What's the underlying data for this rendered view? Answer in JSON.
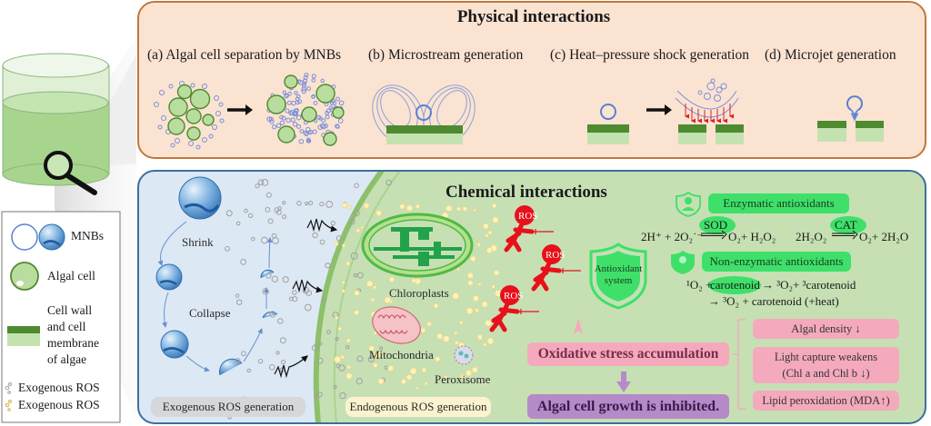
{
  "physical": {
    "title": "Physical interactions",
    "panels": [
      {
        "label": "(a) Algal cell separation by MNBs"
      },
      {
        "label": "(b) Microstream generation"
      },
      {
        "label": "(c) Heat–pressure shock generation"
      },
      {
        "label": "(d) Microjet generation"
      }
    ]
  },
  "chemical": {
    "title": "Chemical interactions",
    "exogenous": {
      "steps": [
        "Shrink",
        "Collapse"
      ],
      "footer": "Exogenous ROS generation"
    },
    "endogenous": {
      "organelles": [
        "Chloroplasts",
        "Mitochondria",
        "Peroxisome"
      ],
      "footer": "Endogenous ROS generation"
    },
    "ros_label": "ROS",
    "antioxidant_system": [
      "Antioxidant",
      "system"
    ],
    "enzymatic": {
      "label": "Enzymatic antioxidants",
      "enzymes": [
        "SOD",
        "CAT"
      ],
      "eq1_left": "2H⁺ + 2O₂˙⁻",
      "eq1_right": "O₂+ H₂O₂",
      "eq2_left": "2H₂O₂",
      "eq2_right": "O₂+ 2H₂O"
    },
    "non_enzymatic": {
      "label": "Non-enzymatic antioxidants",
      "line1_left": "¹O₂ +",
      "carotenoid": "carotenoid",
      "line1_right": "→ ³O₂+ ³carotenoid",
      "line2": "→ ³O₂ + carotenoid (+heat)"
    },
    "oxidative_stress": "Oxidative stress accumulation",
    "growth_inhibited": "Algal cell growth is inhibited.",
    "effects": [
      "Algal density ↓",
      "Light capture weakens",
      "(Chl a and Chl b ↓)",
      "Lipid peroxidation (MDA↑)"
    ]
  },
  "legend": {
    "items": [
      "MNBs",
      "Algal cell",
      "Cell wall",
      "and cell",
      "membrane",
      "of algae",
      "Exogenous ROS",
      "Exogenous ROS"
    ]
  },
  "colors": {
    "physical_bg": "#fbe3d2",
    "physical_border": "#c0783c",
    "chemical_border": "#3d6f9c",
    "exogenous_bg": "#dde8f5",
    "cell_bg": "#c6e0b4",
    "ros_red": "#e8101a",
    "antioxidant_green": "#3ee06a",
    "pink": "#f4a9bd",
    "purple": "#b48ac8"
  }
}
